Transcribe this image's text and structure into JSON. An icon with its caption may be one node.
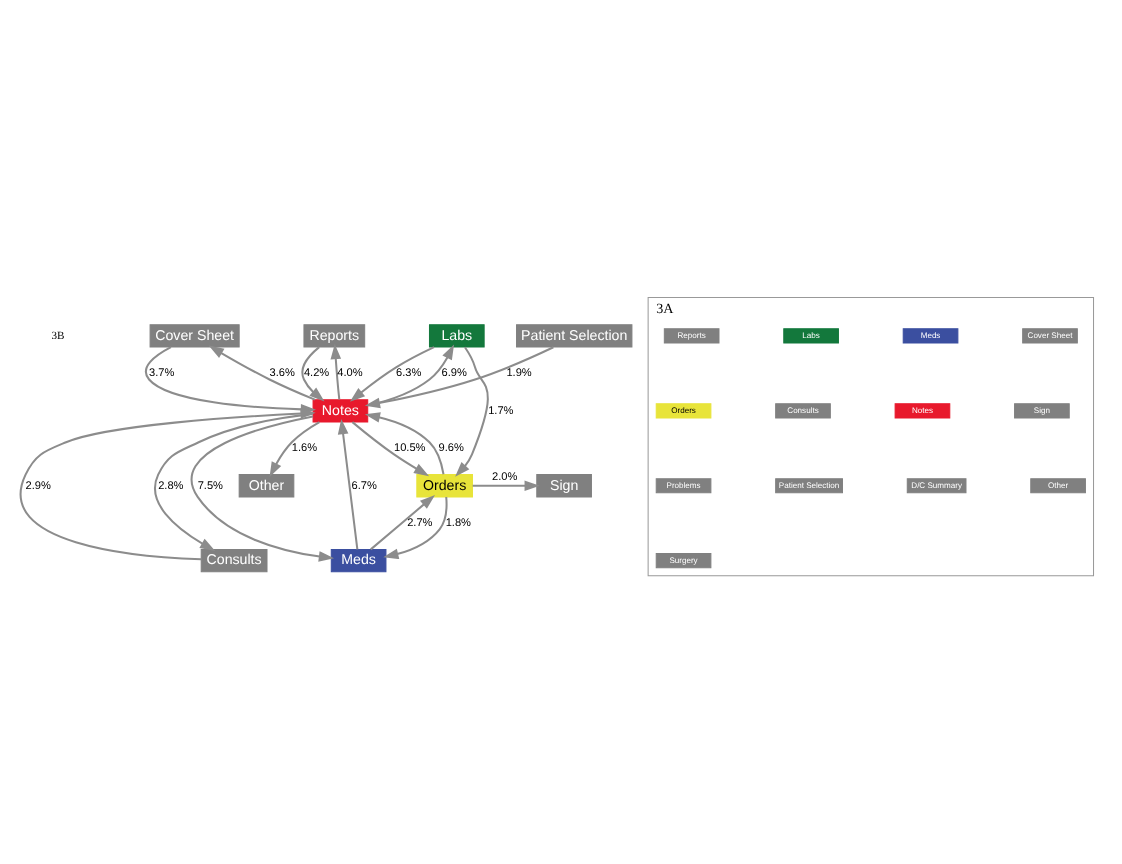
{
  "diagram": {
    "nodes": [
      {
        "text": [
          "Reports"
        ]
      },
      {
        "text": [
          "Cover Sheet"
        ]
      },
      {
        "text": [
          "Labs"
        ]
      },
      {
        "text": [
          "Other"
        ]
      },
      {
        "text": [
          "Notes"
        ]
      },
      {
        "text": [
          "Orders"
        ]
      },
      {
        "text": [
          "Sign"
        ]
      },
      {
        "text": [
          "Meds"
        ]
      },
      {
        "text": [
          "Consults"
        ]
      },
      {
        "text": [
          "Patient Selection"
        ]
      },
      {
        "text": [
          "3A"
        ]
      },
      {
        "text": [
          "Reports"
        ],
        "in": 10
      },
      {
        "text": [
          "Labs"
        ],
        "in": 10
      },
      {
        "text": [
          "Meds"
        ],
        "in": 10
      },
      {
        "text": [
          "Cover Sheet"
        ],
        "in": 10
      },
      {
        "text": [
          "Orders"
        ],
        "in": 10
      },
      {
        "text": [
          "Consults"
        ],
        "in": 10
      },
      {
        "text": [
          "Notes"
        ],
        "in": 10
      },
      {
        "text": [
          "Sign"
        ],
        "in": 10
      },
      {
        "text": [
          "Problems"
        ],
        "in": 10
      },
      {
        "text": [
          "Patient Selection"
        ],
        "in": 10
      },
      {
        "text": [
          "D/C Summary"
        ],
        "in": 10
      },
      {
        "text": [
          "Other"
        ],
        "in": 10
      },
      {
        "text": [
          "Surgery"
        ],
        "in": 10
      }
    ],
    "edges": [
      {
        "from": 4,
        "to": 0,
        "arrow": "to",
        "label": "4.0%"
      },
      {
        "from": 0,
        "to": 4,
        "arrow": "to",
        "label": "4.2%"
      },
      {
        "from": 1,
        "to": 4,
        "arrow": "to",
        "label": "3.7%"
      },
      {
        "from": 4,
        "to": 1,
        "arrow": "to",
        "label": "3.6%"
      },
      {
        "from": 4,
        "to": 2,
        "arrow": "to",
        "label": "6.9%"
      },
      {
        "from": 2,
        "to": 4,
        "arrow": "to",
        "label": "6.3%"
      },
      {
        "from": 2,
        "to": 5,
        "arrow": "to",
        "label": "1.7%"
      },
      {
        "from": 4,
        "to": 3,
        "arrow": "to",
        "label": "1.6%"
      },
      {
        "from": 4,
        "to": 5,
        "arrow": "to",
        "label": "10.5%"
      },
      {
        "from": 5,
        "to": 4,
        "arrow": "to",
        "label": "9.6%"
      },
      {
        "from": 5,
        "to": 6,
        "arrow": "to",
        "label": "2.0%"
      },
      {
        "from": 4,
        "to": 7,
        "arrow": "to",
        "label": "7.5%"
      },
      {
        "from": 7,
        "to": 4,
        "arrow": "to",
        "label": "6.7%"
      },
      {
        "from": 7,
        "to": 5,
        "arrow": "to",
        "label": "2.7%"
      },
      {
        "from": 5,
        "to": 7,
        "arrow": "to",
        "label": "1.8%"
      },
      {
        "from": 8,
        "to": 4,
        "arrow": "to",
        "label": "2.9%"
      },
      {
        "from": 4,
        "to": 8,
        "arrow": "to",
        "label": "2.8%"
      },
      {
        "from": 9,
        "to": 4,
        "arrow": "to",
        "label": "1.9%"
      }
    ],
    "labels": [
      "3B"
    ]
  }
}
